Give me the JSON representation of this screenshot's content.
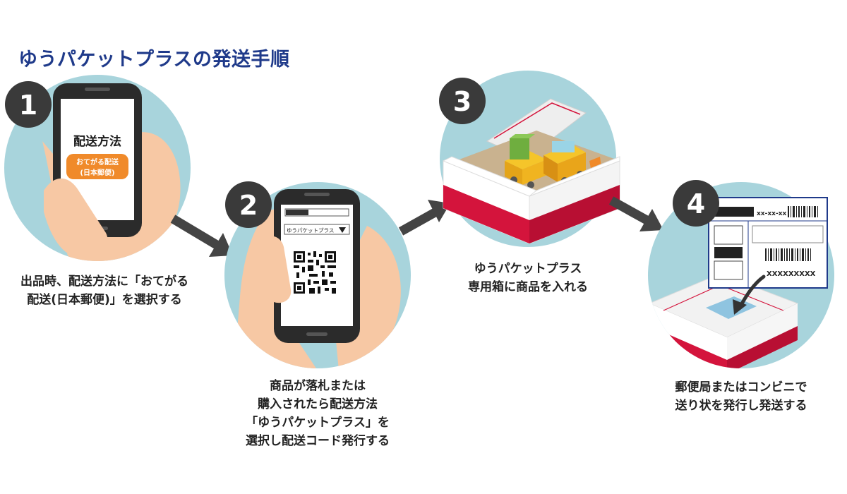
{
  "title": "ゆうパケットプラスの発送手順",
  "steps": [
    {
      "number": "1",
      "screen_title": "配送方法",
      "screen_option_line1": "おてがる配送",
      "screen_option_line2": "(日本郵便)",
      "caption": [
        "出品時、配送方法に「おてがる",
        "配送(日本郵便)」を選択する"
      ]
    },
    {
      "number": "2",
      "dropdown_label": "ゆうパケットプラス",
      "caption": [
        "商品が落札または",
        "購入されたら配送方法",
        "「ゆうパケットプラス」を",
        "選択し配送コード発行する"
      ]
    },
    {
      "number": "3",
      "caption": [
        "ゆうパケットプラス",
        "専用箱に商品を入れる"
      ]
    },
    {
      "number": "4",
      "label_code": "xx-xx-xx",
      "label_tracking": "XXXXXXXXX",
      "caption": [
        "郵便局またはコンビニで",
        "送り状を発行し発送する"
      ]
    }
  ],
  "colors": {
    "title": "#1f3a8a",
    "circle": "#a8d4dc",
    "badge": "#3a3a3a",
    "arrow": "#444444",
    "orange": "#f08a2a",
    "red": "#d4143c",
    "skin": "#f7c8a4"
  }
}
